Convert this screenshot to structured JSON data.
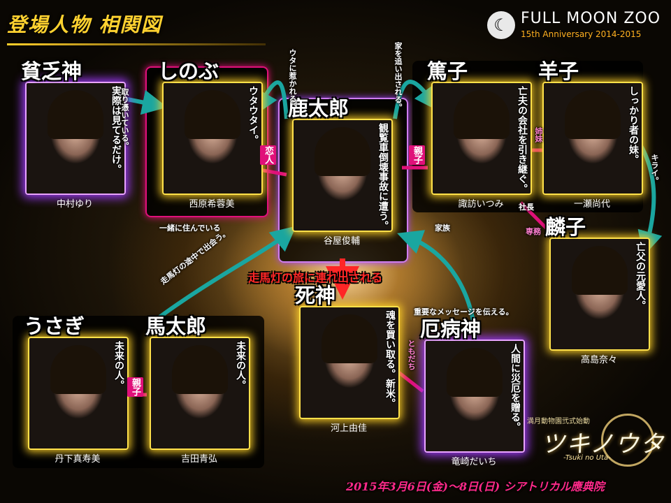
{
  "header": {
    "title": "登場人物 相関図",
    "logo_mark": "☾",
    "logo_name": "FULL MOON ZOO",
    "logo_sub": "15th Anniversary 2014-2015"
  },
  "characters": {
    "binbougami": {
      "name": "貧乏神",
      "desc": "実際は見てるだけ。",
      "actor": "中村ゆり"
    },
    "shinobu": {
      "name": "しのぶ",
      "desc": "ウタウタイ。",
      "actor": "西原希蓉美"
    },
    "shikataro": {
      "name": "鹿太郎",
      "desc": "観覧車倒壊事故に遭う。",
      "actor": "谷屋俊輔"
    },
    "atsuko": {
      "name": "篤子",
      "desc": "亡夫の会社を引き継ぐ。",
      "actor": "諏訪いつみ"
    },
    "yoko": {
      "name": "羊子",
      "desc": "しっかり者の妹。",
      "actor": "一瀬尚代"
    },
    "rinko": {
      "name": "麟子",
      "desc": "亡父の元愛人。",
      "actor": "高島奈々"
    },
    "usagi": {
      "name": "うさぎ",
      "desc": "未来の人。",
      "actor": "丹下真寿美"
    },
    "mataro": {
      "name": "馬太郎",
      "desc": "未来の人。",
      "actor": "吉田青弘"
    },
    "shinigami": {
      "name": "死神",
      "desc": "魂を買い取る。新米。",
      "actor": "河上由佳"
    },
    "yakubyougami": {
      "name": "厄病神",
      "desc": "人間に災厄を贈る。",
      "actor": "竜崎だいち"
    }
  },
  "relations": {
    "toritsuiteiru": "取り憑いている。",
    "uta_ni_hikareru": "ウタに惹かれる。",
    "ie_wo_oidasareru": "家を追い出される。",
    "koibito": "恋人",
    "oyako1": "親子",
    "oyako2": "親子",
    "shimai": "姉妹",
    "kirai": "キライ。",
    "shachou": "社長",
    "senmu": "専務",
    "kazoku": "家族",
    "issho_ni_sundeiru": "一緒に住んでいる",
    "soumatou_tochuu": "走馬灯の途中で出会う。",
    "juuyou_message": "重要なメッセージを伝える。",
    "tomodachi": "ともだち",
    "soumatou_tabi": "走馬灯の旅に連れ出される"
  },
  "footer": {
    "tsuki_top": "満月動物園弐式始動",
    "tsuki_title": "ツキノウタ",
    "tsuki_sub": "-Tsuki no Uta-",
    "date": "2015年3月6日(金)〜8日(日) シアトリカル應典院"
  },
  "colors": {
    "gold": "#ffd230",
    "teal": "#1aa6a0",
    "pink": "#e0107a",
    "red": "#ff2626",
    "purple_glow": "#a040ff"
  }
}
